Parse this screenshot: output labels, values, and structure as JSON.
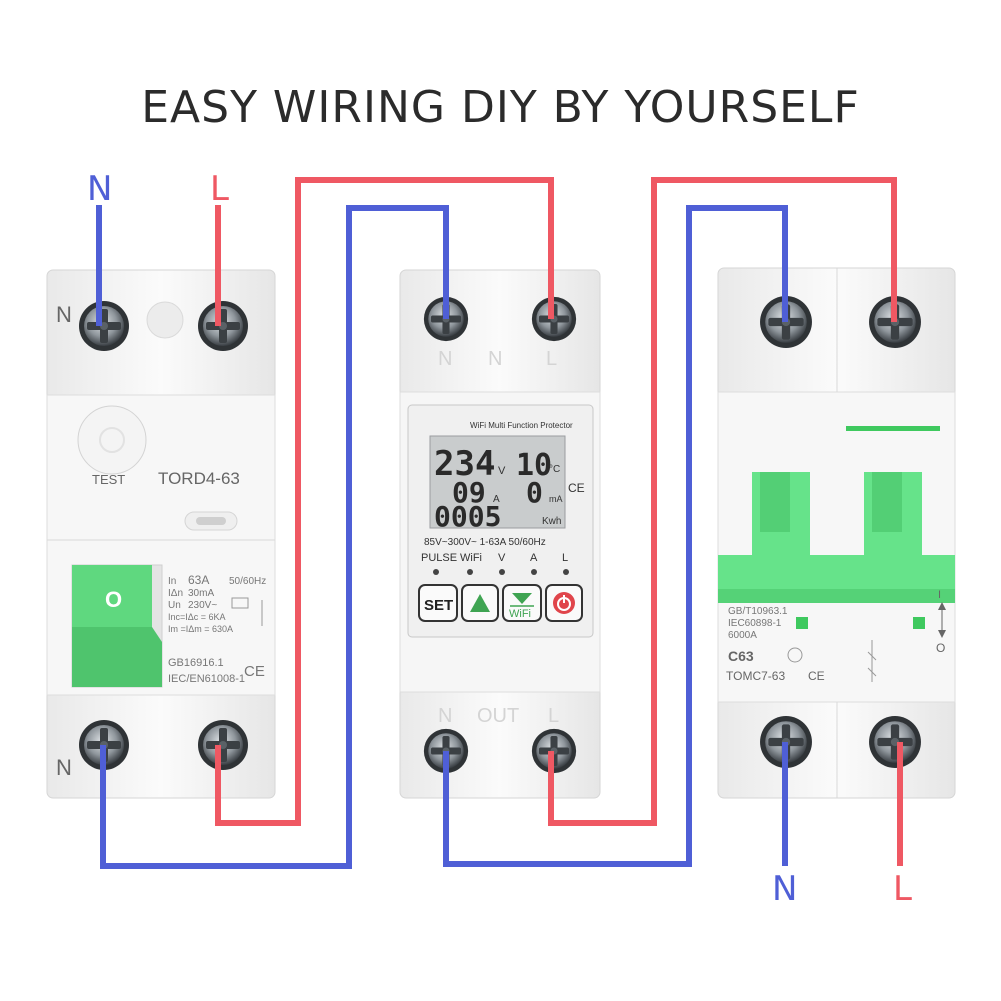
{
  "title": "EASY WIRING DIY BY YOURSELF",
  "colors": {
    "neutral": "#4f5fd6",
    "live": "#ef5863",
    "body": "#f3f3f3",
    "green": "#66e38a",
    "lcd": "#c9cccd"
  },
  "wires": {
    "top_left_n": "N",
    "top_left_l": "L",
    "bottom_right_n": "N",
    "bottom_right_l": "L"
  },
  "rcd": {
    "term_top": "N",
    "term_bottom": "N",
    "test": "TEST",
    "model": "TORD4-63",
    "handle": "O",
    "spec_col1": [
      "In",
      "IΔn",
      "Un",
      "Inc=IΔc = 6KA",
      "Im =IΔm = 630A"
    ],
    "spec_col2": [
      "63A",
      "30mA",
      "230V~"
    ],
    "freq": "50/60Hz",
    "std1": "GB16916.1",
    "std2": "IEC/EN61008-1",
    "ce": "CE"
  },
  "protector": {
    "term_top": [
      "N",
      "N",
      "L"
    ],
    "term_bottom": [
      "N",
      "OUT",
      "L"
    ],
    "panel_title": "WiFi  Multi Function Protector",
    "lcd_voltage": "234",
    "lcd_voltage_unit": "V",
    "lcd_temp": "10",
    "lcd_temp_unit": "°C",
    "lcd_current": "09",
    "lcd_current_unit": "A",
    "lcd_leak": "0",
    "lcd_leak_unit": "mA",
    "lcd_energy": "0005",
    "lcd_energy_unit": "Kwh",
    "ce": "CE",
    "range": "85V~300V~  1-63A  50/60Hz",
    "indicators": [
      "PULSE",
      "WiFi",
      "V",
      "A",
      "L"
    ],
    "btn_set": "SET",
    "btn_wifi": "WiFi"
  },
  "mcb": {
    "std1": "GB/T10963.1",
    "std2": "IEC60898-1",
    "std3": "6000A",
    "rating": "C63",
    "model": "TOMC7-63",
    "ce": "CE",
    "io_on": "I",
    "io_off": "O"
  }
}
